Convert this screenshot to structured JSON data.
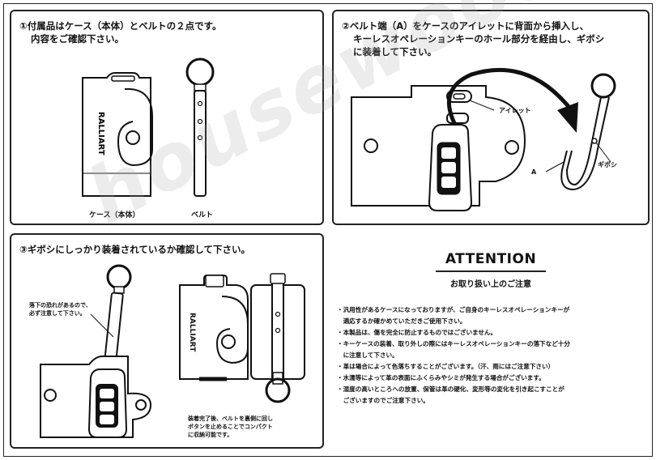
{
  "panel1": {
    "title_line1": "①付属品はケース（本体）とベルトの２点です。",
    "title_line2": "内容をご確認下さい。",
    "case_label": "ケース（本体）",
    "belt_label": "ベルト",
    "brand": "RALLIART"
  },
  "panel2": {
    "title_line1": "②ベルト端（A）をケースのアイレットに背面から挿入し、",
    "title_line2": "キーレスオペレーションキーのホール部分を経由し、ギボシ",
    "title_line3": "に装着して下さい。",
    "eyelet_label": "アイレット",
    "a_label": "A",
    "giboshi_label": "ギボシ"
  },
  "panel3": {
    "title": "③ギボシにしっかり装着されているか確認して下さい。",
    "note_line1": "落下の恐れがあるので、",
    "note_line2": "必ず注意して下さい。",
    "bottom_line1": "装着完了後、ベルトを裏側に回し",
    "bottom_line2": "ボタンを止めることでコンパクト",
    "bottom_line3": "に収納可能です。",
    "brand": "RALLIART"
  },
  "attention": {
    "title": "ATTENTION",
    "subtitle": "お取り扱い上のご注意",
    "items": [
      "・汎用性があるケースになっておりますが、ご自身のキーレスオペレーションキーが",
      "　適応するか確かめていただきご使用下さい。",
      "・本製品は、傷を完全に防止するものではございません。",
      "・キーケースの装着、取り外しの際にはキーレスオペレーションキーの落下など十分",
      "　に注意して下さい。",
      "・革は場合によって色落ちすることがございます。（汗、雨にはご注意下さい）",
      "・水濡等によって革の表面にふくらみやシミが発生する場合がございます。",
      "・湿度の高いところへの放置、保管は革の硬化、変形等の変化を引き起こすことが",
      "　ございますのでご注意下さい。"
    ]
  },
  "watermark": "housewood"
}
